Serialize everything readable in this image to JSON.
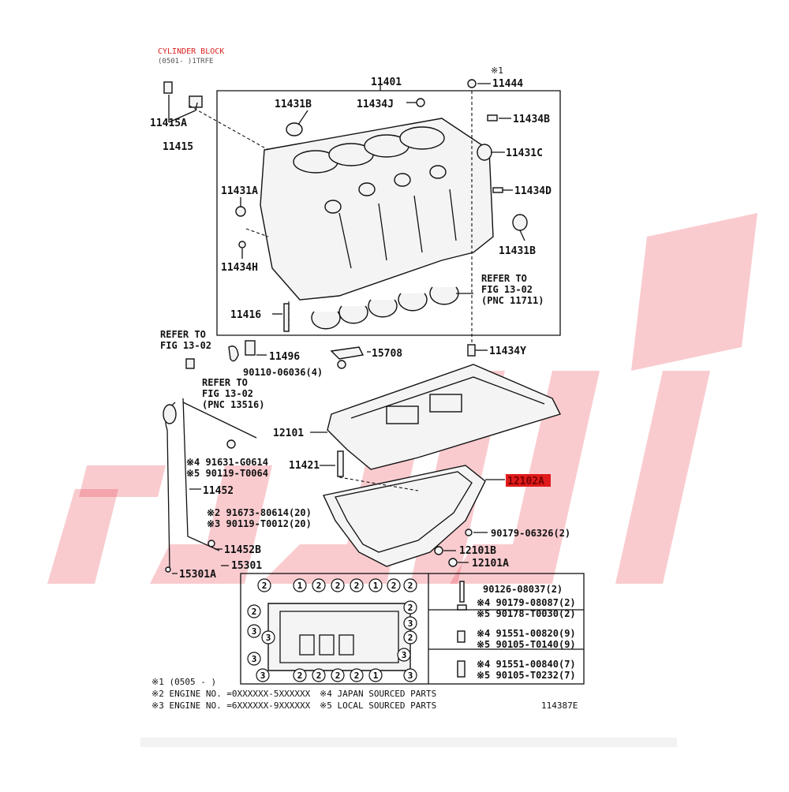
{
  "title": "CYLINDER BLOCK",
  "subtitle": "(0501- )1TRFE",
  "labels": {
    "p11401": "11401",
    "p11444": "11444",
    "p11444_note": "※1",
    "p11431B_top": "11431B",
    "p11434J": "11434J",
    "p11434B": "11434B",
    "p11431C": "11431C",
    "p11431A": "11431A",
    "p11434D": "11434D",
    "p11431B_low": "11431B",
    "p11434H": "11434H",
    "p11415A": "11415A",
    "p11415": "11415",
    "p11416": "11416",
    "p11434Y": "11434Y",
    "p11496": "11496",
    "p15708": "15708",
    "p90110": "90110-06036(4)",
    "p12101": "12101",
    "p11421": "11421",
    "p12102A": "12102A",
    "p91631": "※4 91631-G0614",
    "p90119a": "※5 90119-T0064",
    "p11452": "11452",
    "p91673": "※2 91673-80614(20)",
    "p90119b": "※3 90119-T0012(20)",
    "p90179_06326": "90179-06326(2)",
    "p12101B": "12101B",
    "p12101A": "12101A",
    "p11452B": "11452B",
    "p15301A": "15301A",
    "p15301": "15301"
  },
  "refer_notes": {
    "r1": [
      "REFER TO",
      "FIG 13-02",
      "(PNC 11711)"
    ],
    "r2": [
      "REFER TO",
      "FIG 13-02"
    ],
    "r3": [
      "REFER TO",
      "FIG 13-02",
      "(PNC 13516)"
    ]
  },
  "legend_parts": {
    "l1": "90126-08037(2)",
    "l2": "※4 90179-08087(2)",
    "l3": "※5 90178-T0030(2)",
    "l4": "※4 91551-00820(9)",
    "l5": "※5 90105-T0140(9)",
    "l6": "※4 91551-00840(7)",
    "l7": "※5 90105-T0232(7)"
  },
  "bolt_marks": {
    "top": [
      "2",
      "1",
      "2",
      "2",
      "2",
      "1",
      "2",
      "2"
    ],
    "bottom": [
      "3",
      "2",
      "2",
      "2",
      "2",
      "1",
      "3"
    ],
    "left": [
      "2",
      "3",
      "3",
      "3"
    ],
    "right": [
      "2",
      "3",
      "2",
      "3"
    ]
  },
  "footnotes": {
    "f1": "※1 (0505 -         )",
    "f2": "※2 ENGINE NO. =0XXXXXX-5XXXXXX",
    "f3": "※3 ENGINE NO. =6XXXXXX-9XXXXXX",
    "f4": "※4 JAPAN SOURCED PARTS",
    "f5": "※5 LOCAL SOURCED PARTS"
  },
  "fig_code": "114387E",
  "highlight_color": "#e01b1b"
}
